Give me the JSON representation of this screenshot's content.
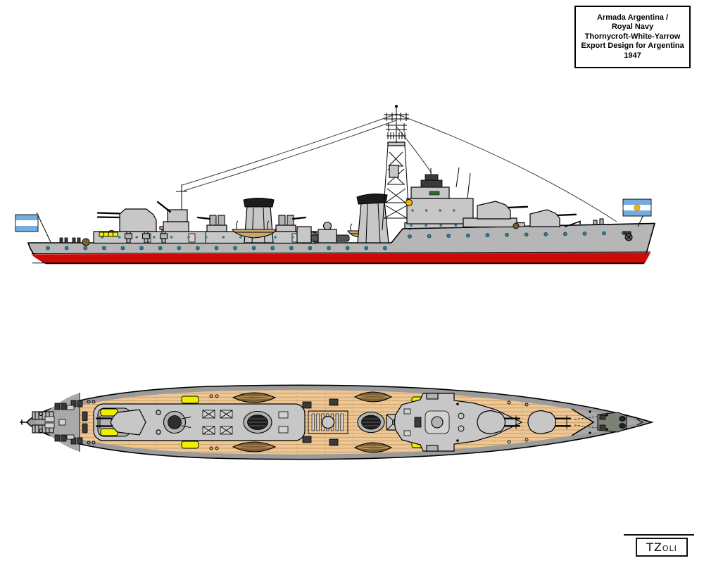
{
  "title_box": {
    "lines": [
      "Armada Argentina /",
      "Royal Navy",
      "Thornycroft-White-Yarrow",
      "Export Design for Argentina",
      "1947"
    ]
  },
  "signature": {
    "text": "TZoli"
  },
  "colors": {
    "background": "#ffffff",
    "outline": "#000000",
    "hull_gray": "#b6b6b6",
    "superstructure_gray": "#c7c7c7",
    "boot_stripe_red": "#cd0a0a",
    "deck_wood_tan": "#eec795",
    "plank_line": "#b98f55",
    "porthole_teal": "#2e7d99",
    "porthole_ring": "#14404f",
    "flag_blue": "#74acdf",
    "sun_yellow": "#f2b30a",
    "liferaft_yellow": "#efef00",
    "boat_brown": "#7d5f33",
    "boat_trim": "#c9a96e",
    "funnel_cap": "#1c1c1c",
    "plan_hull_gray": "#9b9b9b",
    "plan_deck_gray": "#a9a9a9",
    "windlass_olive": "#7b8474",
    "window_green": "#2e6b2e",
    "wire_gray": "#3c3c3c",
    "dark_fitting": "#3a3a3a"
  }
}
